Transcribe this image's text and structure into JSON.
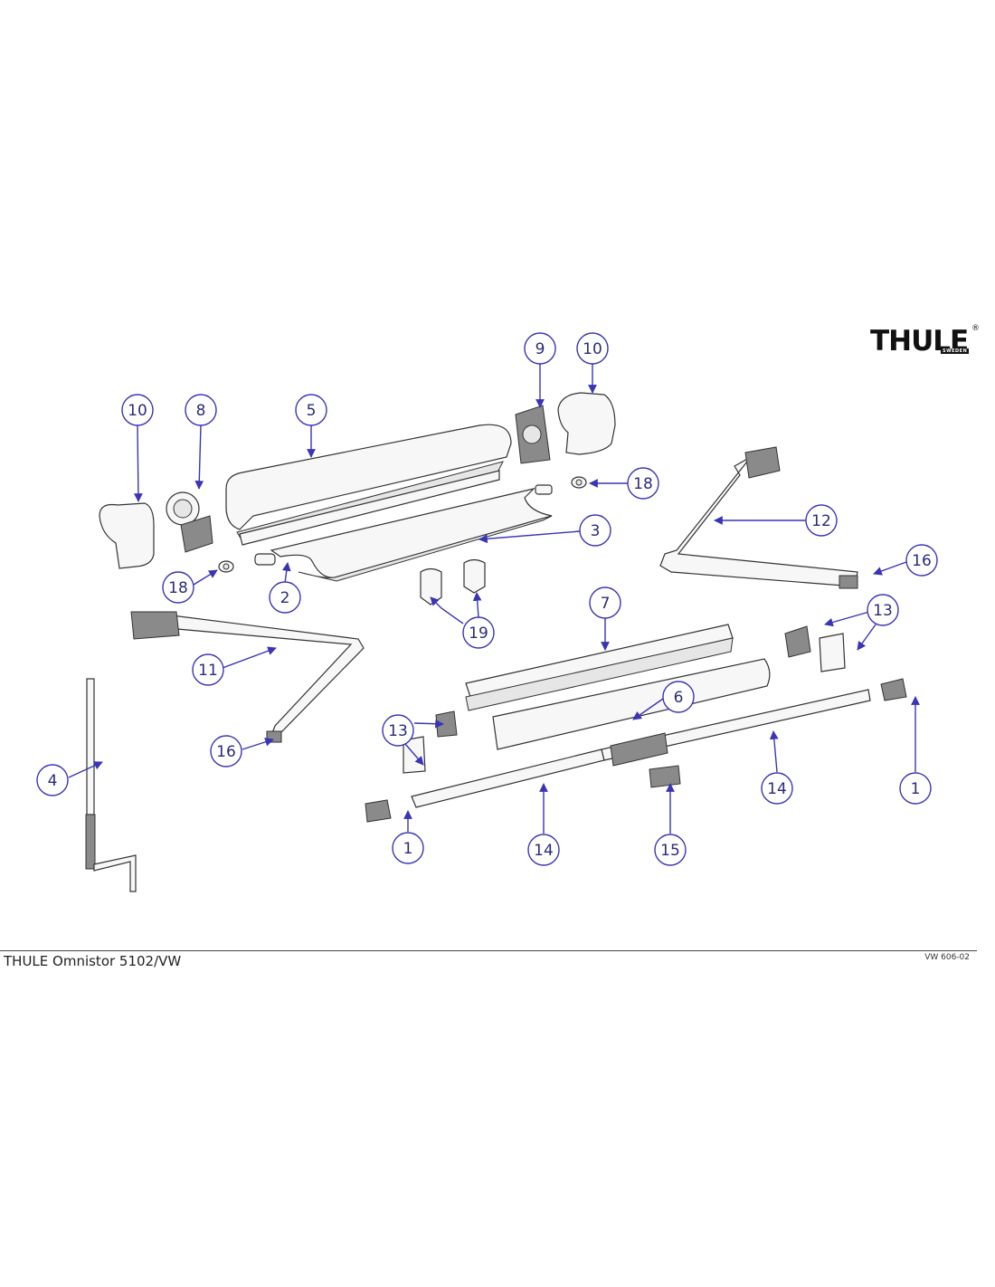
{
  "brand": {
    "logo_word": "THULE",
    "logo_sub": "SWEDEN",
    "logo_mark": "®"
  },
  "footer": {
    "title": "THULE Omnistor 5102/VW",
    "code": "VW 606-02"
  },
  "callouts": {
    "c1a": "1",
    "c1b": "1",
    "c2": "2",
    "c3": "3",
    "c4": "4",
    "c5": "5",
    "c6": "6",
    "c7": "7",
    "c8": "8",
    "c9": "9",
    "c10a": "10",
    "c10b": "10",
    "c11": "11",
    "c12": "12",
    "c13a": "13",
    "c13b": "13",
    "c14a": "14",
    "c14b": "14",
    "c15": "15",
    "c16a": "16",
    "c16b": "16",
    "c18a": "18",
    "c18b": "18",
    "c19": "19"
  },
  "colors": {
    "callout": "#3a34b6",
    "line": "#333333"
  }
}
